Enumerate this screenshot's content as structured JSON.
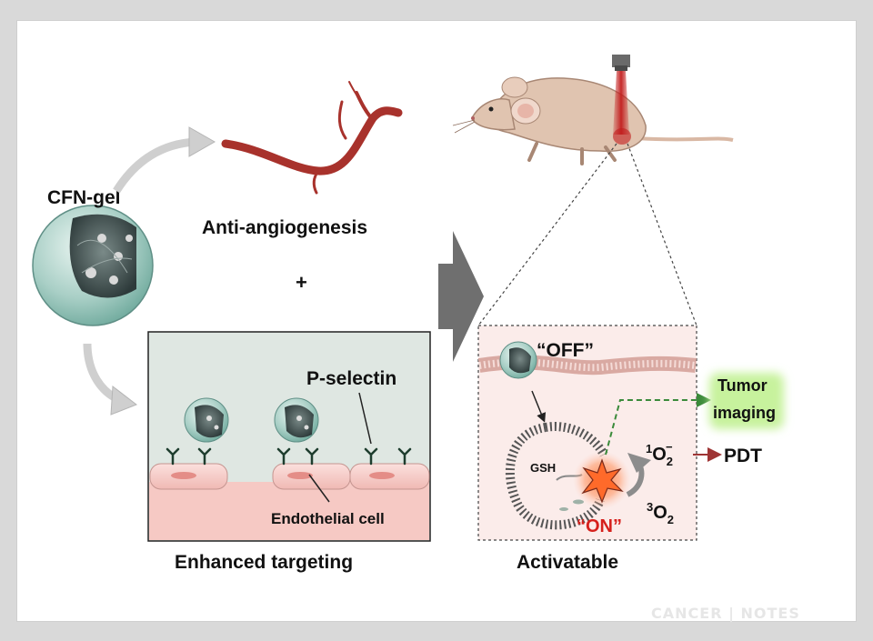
{
  "labels": {
    "cfn_gel": "CFN-gel",
    "anti_angiogenesis": "Anti-angiogenesis",
    "plus": "+",
    "p_selectin": "P-selectin",
    "endothelial_cell": "Endothelial cell",
    "enhanced_targeting": "Enhanced targeting",
    "off": "“OFF”",
    "on": "“ON”",
    "gsh": "GSH",
    "tumor": "Tumor",
    "imaging": "imaging",
    "singlet_o2": "1O2−",
    "triplet_o2": "3O2",
    "pdt": "PDT",
    "activatable": "Activatable"
  },
  "watermark": "CANCER | NOTES",
  "colors": {
    "vessel": "#a8322c",
    "endothelial": "#f4c6c2",
    "targeting_bg": "#dfe7e2",
    "particle_shell": "#a9cfc6",
    "laser": "#c21d1d",
    "on_text": "#d6201c",
    "tumor_glow": "#c7f29d",
    "dashed_arrow": "#3a8a3a",
    "pdt_arrow": "#9e3535"
  }
}
